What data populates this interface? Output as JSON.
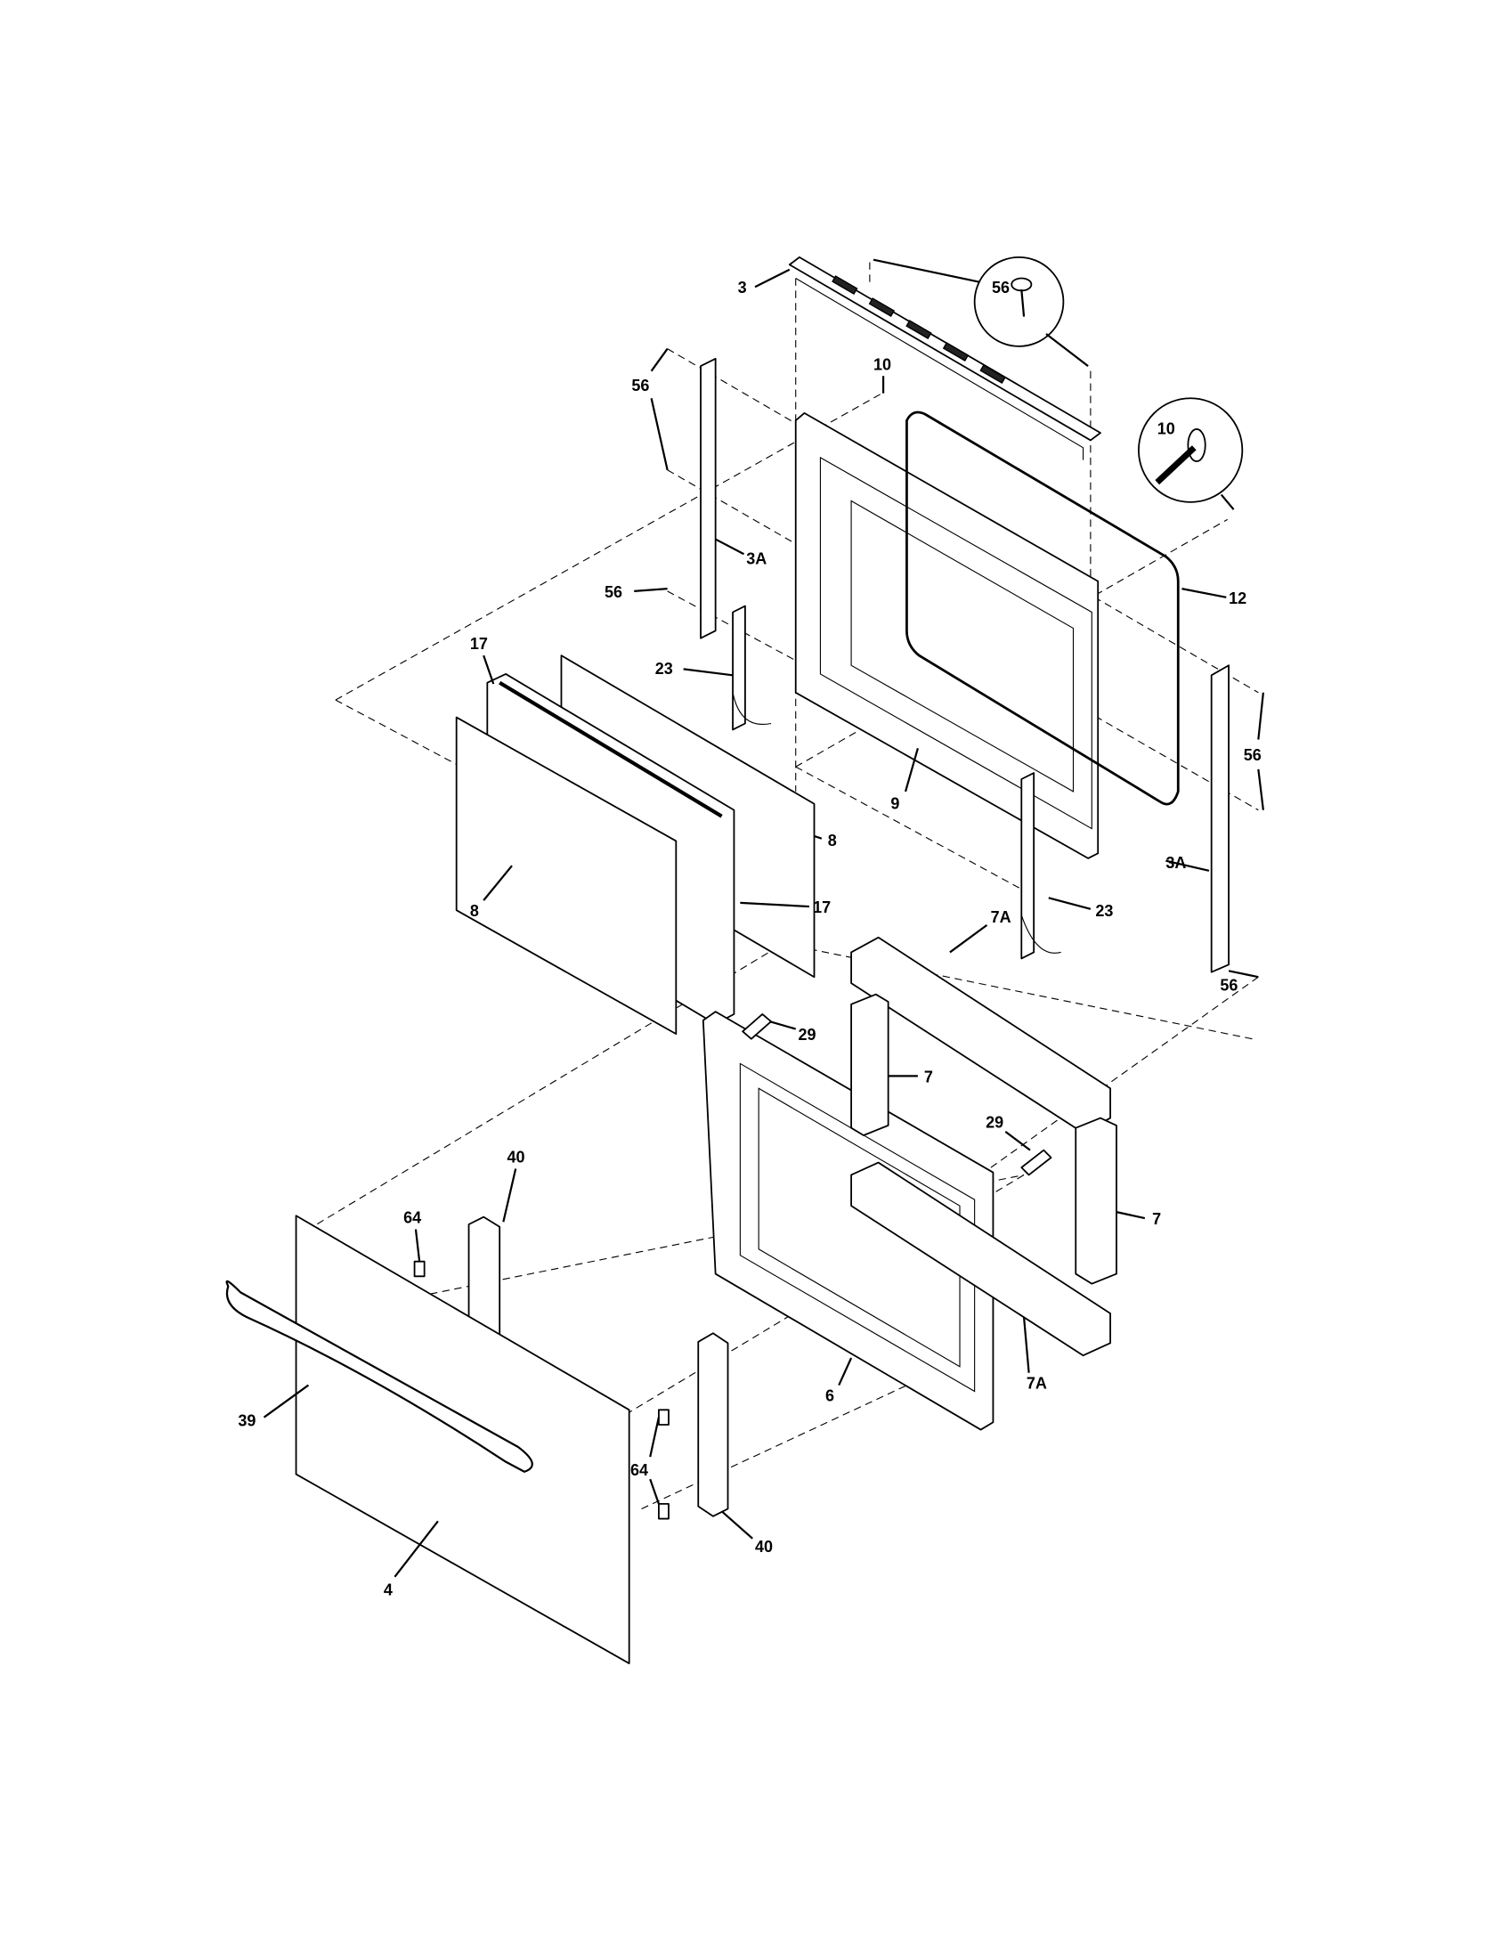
{
  "diagram": {
    "type": "exploded parts diagram",
    "callouts": [
      {
        "id": "c3",
        "label": "3"
      },
      {
        "id": "c56a",
        "label": "56"
      },
      {
        "id": "c10a",
        "label": "10"
      },
      {
        "id": "c56b",
        "label": "56"
      },
      {
        "id": "c10b",
        "label": "10"
      },
      {
        "id": "c3Aa",
        "label": "3A"
      },
      {
        "id": "c56c",
        "label": "56"
      },
      {
        "id": "c12",
        "label": "12"
      },
      {
        "id": "c17a",
        "label": "17"
      },
      {
        "id": "c23a",
        "label": "23"
      },
      {
        "id": "c56d",
        "label": "56"
      },
      {
        "id": "c9",
        "label": "9"
      },
      {
        "id": "c8a",
        "label": "8"
      },
      {
        "id": "c3Ab",
        "label": "3A"
      },
      {
        "id": "c17b",
        "label": "17"
      },
      {
        "id": "c23b",
        "label": "23"
      },
      {
        "id": "c8b",
        "label": "8"
      },
      {
        "id": "c7Aa",
        "label": "7A"
      },
      {
        "id": "c56e",
        "label": "56"
      },
      {
        "id": "c29a",
        "label": "29"
      },
      {
        "id": "c7a",
        "label": "7"
      },
      {
        "id": "c29b",
        "label": "29"
      },
      {
        "id": "c40a",
        "label": "40"
      },
      {
        "id": "c7b",
        "label": "7"
      },
      {
        "id": "c64a",
        "label": "64"
      },
      {
        "id": "c7Ab",
        "label": "7A"
      },
      {
        "id": "c39",
        "label": "39"
      },
      {
        "id": "c6",
        "label": "6"
      },
      {
        "id": "c64b",
        "label": "64"
      },
      {
        "id": "c40b",
        "label": "40"
      },
      {
        "id": "c4",
        "label": "4"
      }
    ]
  }
}
